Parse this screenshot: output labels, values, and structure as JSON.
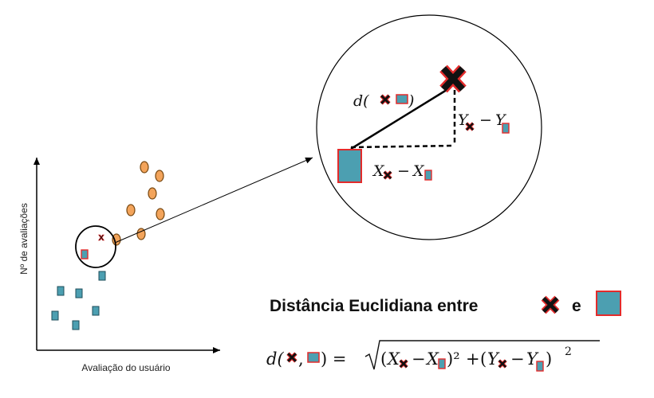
{
  "axes": {
    "x_label": "Avaliação do usuário",
    "y_label": "Nº de avaliações"
  },
  "markers": {
    "unknown_glyph": "x",
    "unknown_icon": "x-marker-icon",
    "class_a_icon": "teal-square-icon",
    "class_b_icon": "orange-ellipse-icon"
  },
  "colors": {
    "teal_fill": "#4c9fb1",
    "square_outline": "#e32b2b",
    "orange_fill": "#f3a45b",
    "orange_outline": "#7a4a13"
  },
  "zoom_panel": {
    "distance_label_prefix": "d(",
    "distance_label_suffix": ")",
    "dx_label": "X",
    "dy_label": "Y",
    "minus": "−"
  },
  "caption": {
    "title_text": "Distância Euclidiana entre",
    "title_connector": "e"
  },
  "formula": {
    "lhs_prefix": "d(",
    "lhs_suffix": ") =",
    "open": "(",
    "close_squared": ")²",
    "plus": "+",
    "exponent": "2",
    "x_var": "X",
    "y_var": "Y",
    "minus": "−"
  }
}
